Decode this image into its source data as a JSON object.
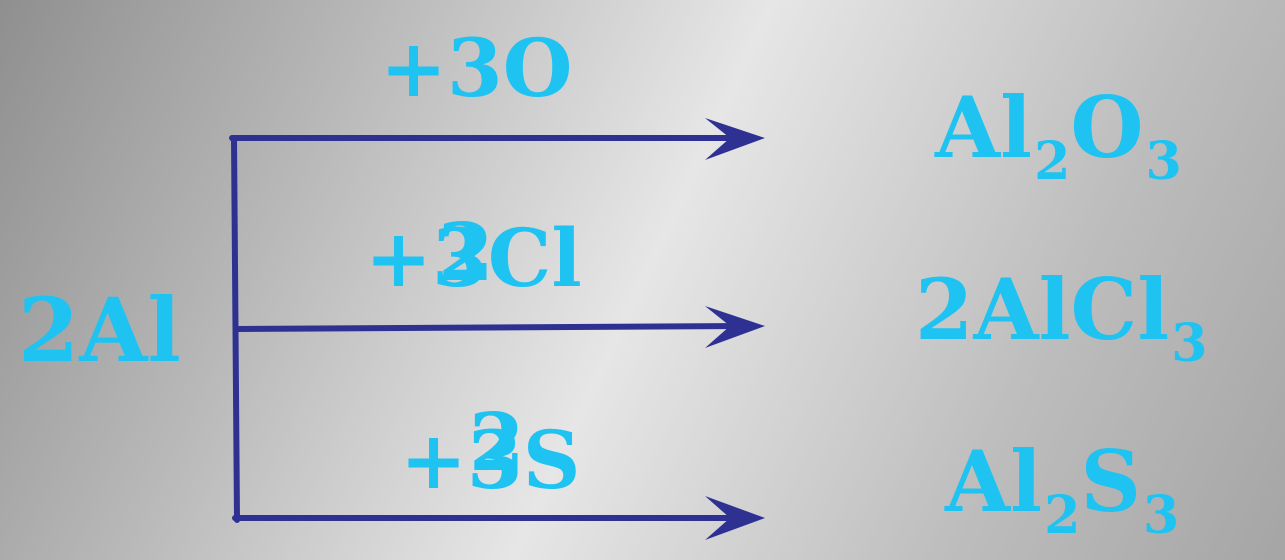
{
  "reactant": "2Al",
  "reactions": [
    {
      "reagent_coefficient": "3",
      "reagent_coefficient_overlay": "",
      "reagent_formula": "O",
      "product": {
        "main": "Al",
        "sub1": "2",
        "mid": "O",
        "sub2": "3"
      }
    },
    {
      "reagent_coefficient": "3",
      "reagent_coefficient_overlay": "2",
      "reagent_formula": "Cl",
      "product": {
        "main": "2AlCl",
        "sub1": "3",
        "mid": "",
        "sub2": ""
      }
    },
    {
      "reagent_coefficient": "3",
      "reagent_coefficient_overlay": "2",
      "reagent_formula": "S",
      "product": {
        "main": "Al",
        "sub1": "2",
        "mid": "S",
        "sub2": "3"
      }
    }
  ],
  "colors": {
    "text": "#1fc3f2",
    "arrow": "#2e3192"
  }
}
